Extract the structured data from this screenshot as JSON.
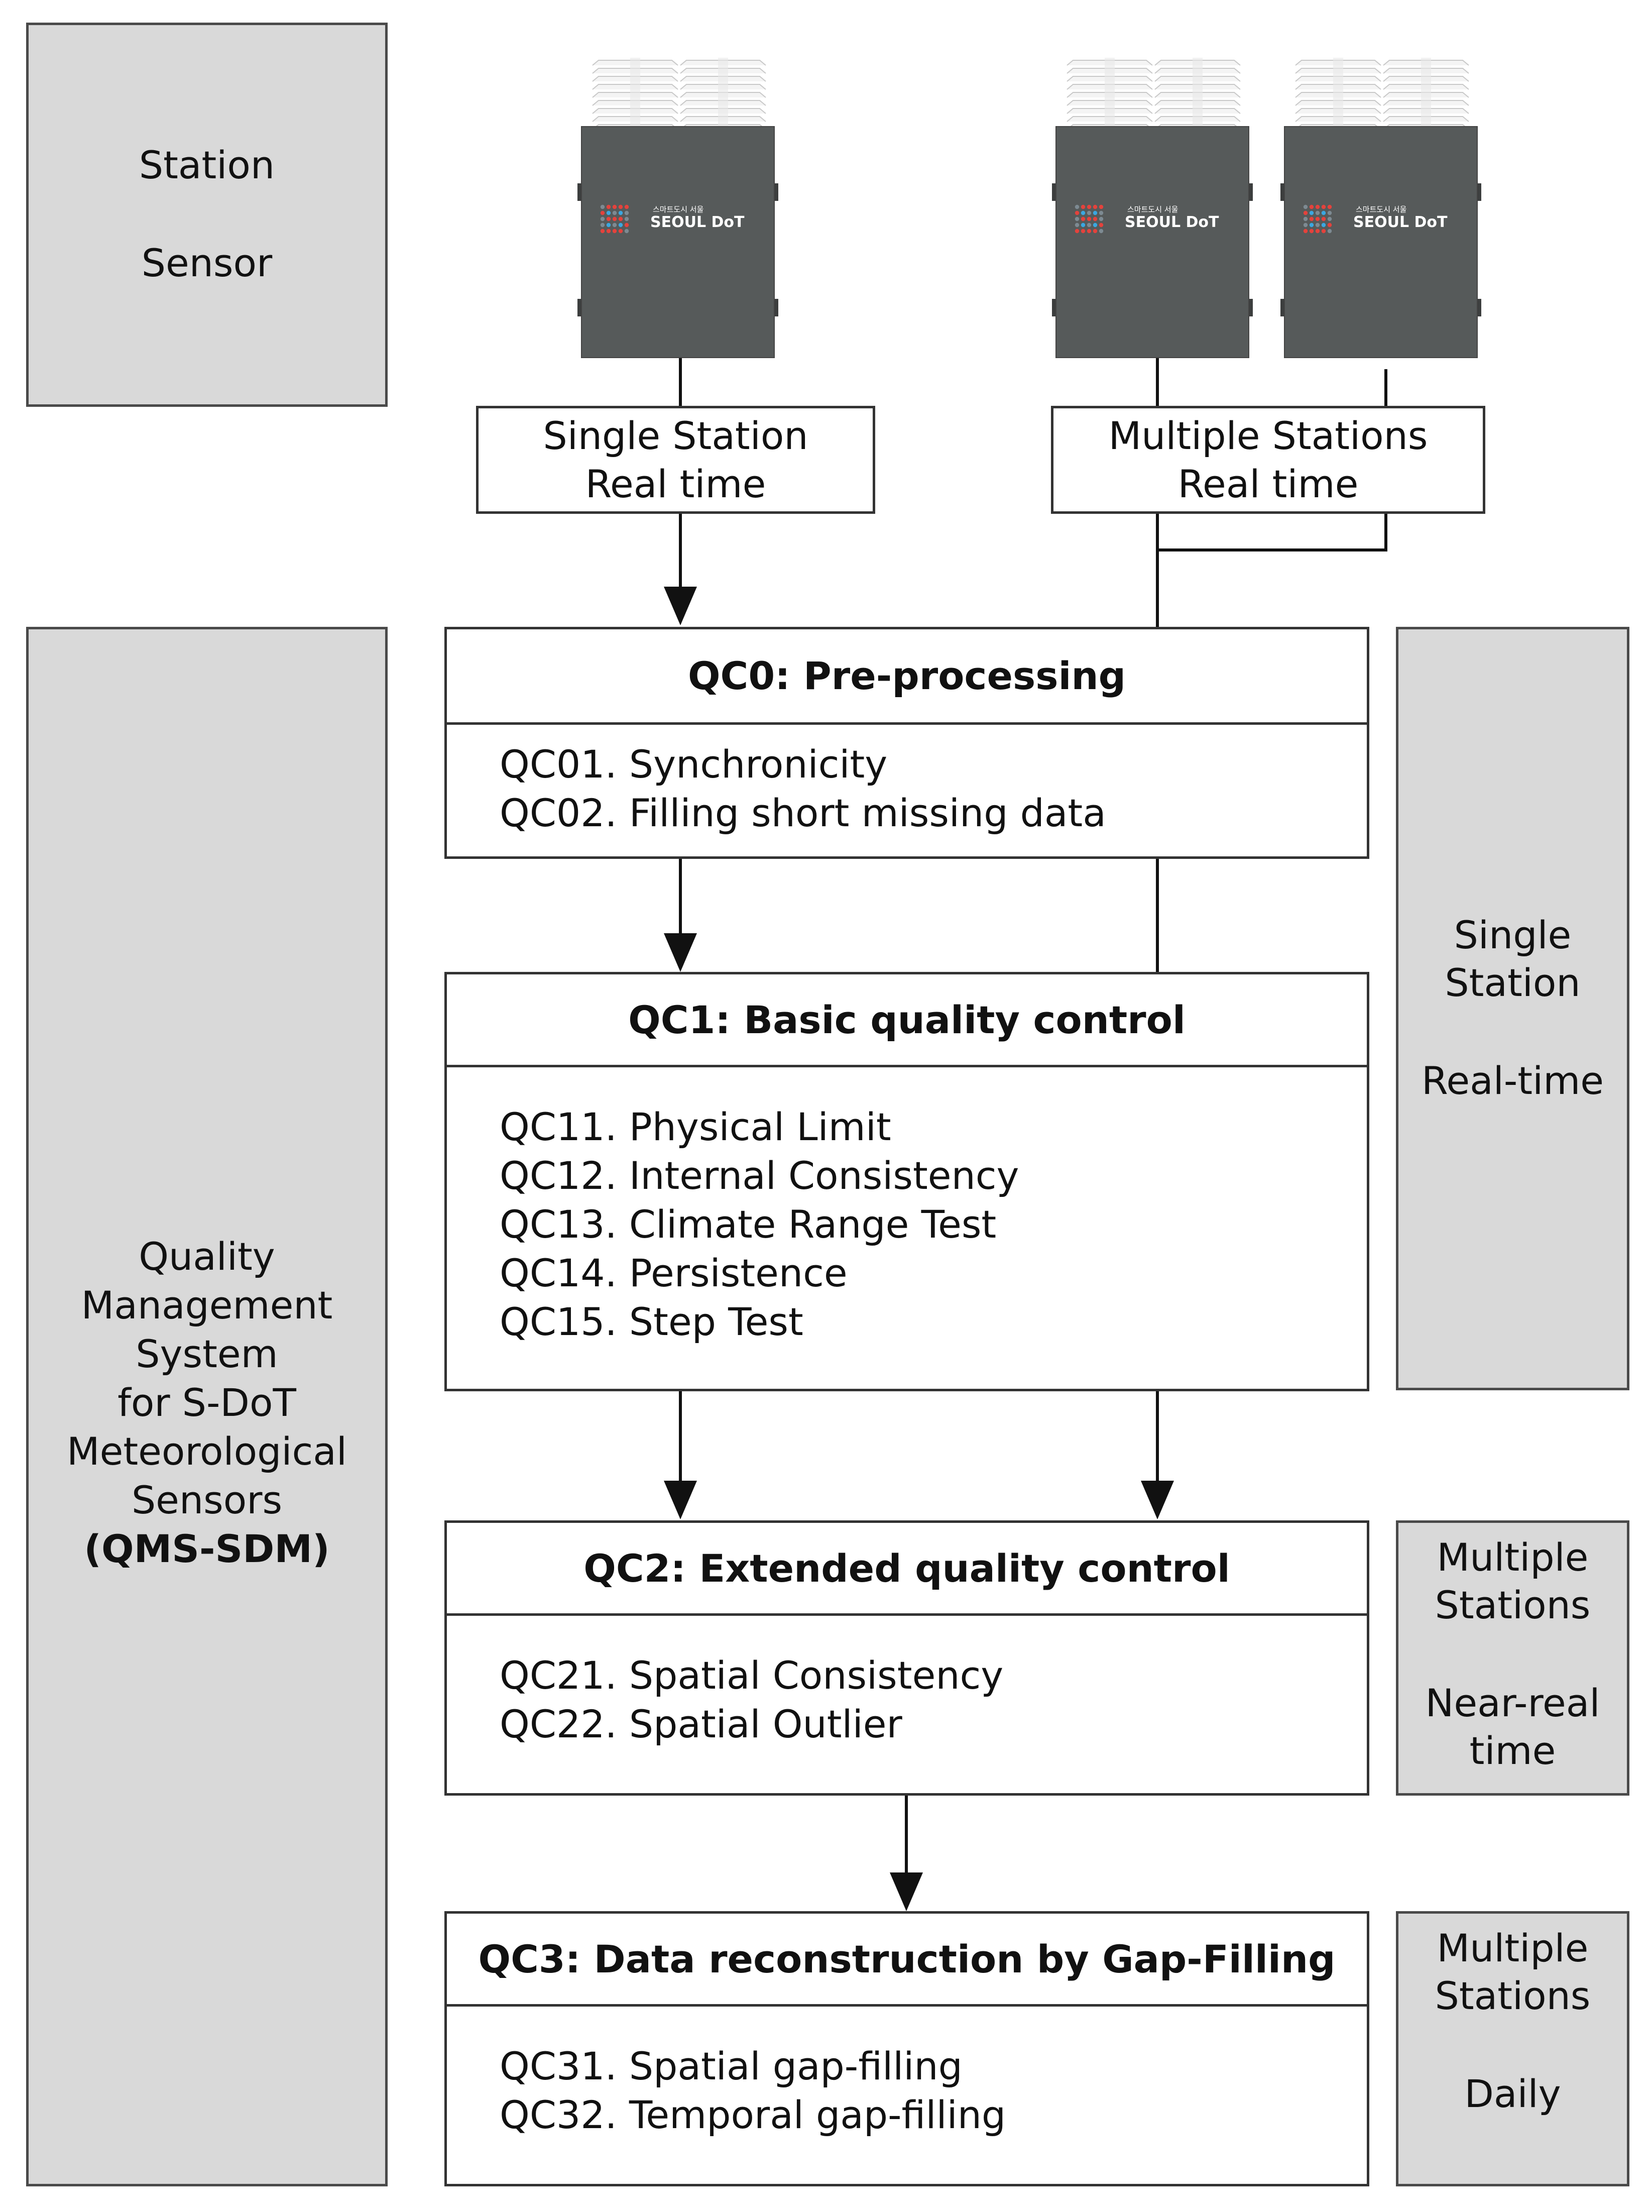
{
  "left_top": {
    "line1": "Station",
    "line2": "Sensor"
  },
  "left_main": {
    "lines": [
      "Quality",
      "Management",
      "System",
      "for S-DoT",
      "Meteorological",
      "Sensors"
    ],
    "bold_line": "(QMS-SDM)"
  },
  "input_single": {
    "line1": "Single Station",
    "line2": "Real time"
  },
  "input_multi": {
    "line1": "Multiple Stations",
    "line2": "Real time"
  },
  "device_logo": {
    "brand": "SEOUL DoT",
    "small": "스마트도시 서울"
  },
  "qc0": {
    "title": "QC0: Pre-processing",
    "items": [
      "QC01. Synchronicity",
      "QC02. Filling short missing data"
    ]
  },
  "qc1": {
    "title": "QC1: Basic quality control",
    "items": [
      "QC11. Physical Limit",
      "QC12. Internal Consistency",
      "QC13. Climate Range Test",
      "QC14. Persistence",
      "QC15. Step Test"
    ]
  },
  "qc2": {
    "title": "QC2: Extended quality control",
    "items": [
      "QC21. Spatial Consistency",
      "QC22. Spatial Outlier"
    ]
  },
  "qc3": {
    "title": "QC3: Data reconstruction by Gap-Filling",
    "items": [
      "QC31. Spatial gap-filling",
      "QC32. Temporal gap-filling"
    ]
  },
  "right_1": {
    "line1": "Single",
    "line2": "Station",
    "line3": "Real-time"
  },
  "right_2": {
    "line1": "Multiple",
    "line2": "Stations",
    "line3": "Near-real",
    "line4": "time"
  },
  "right_3": {
    "line1": "Multiple",
    "line2": "Stations",
    "line3": "Daily"
  },
  "colors": {
    "device": "#565a5a",
    "panel_gray": "#d9d9d9",
    "logo_red": "#e4423c",
    "logo_blue": "#3aa7e0"
  }
}
